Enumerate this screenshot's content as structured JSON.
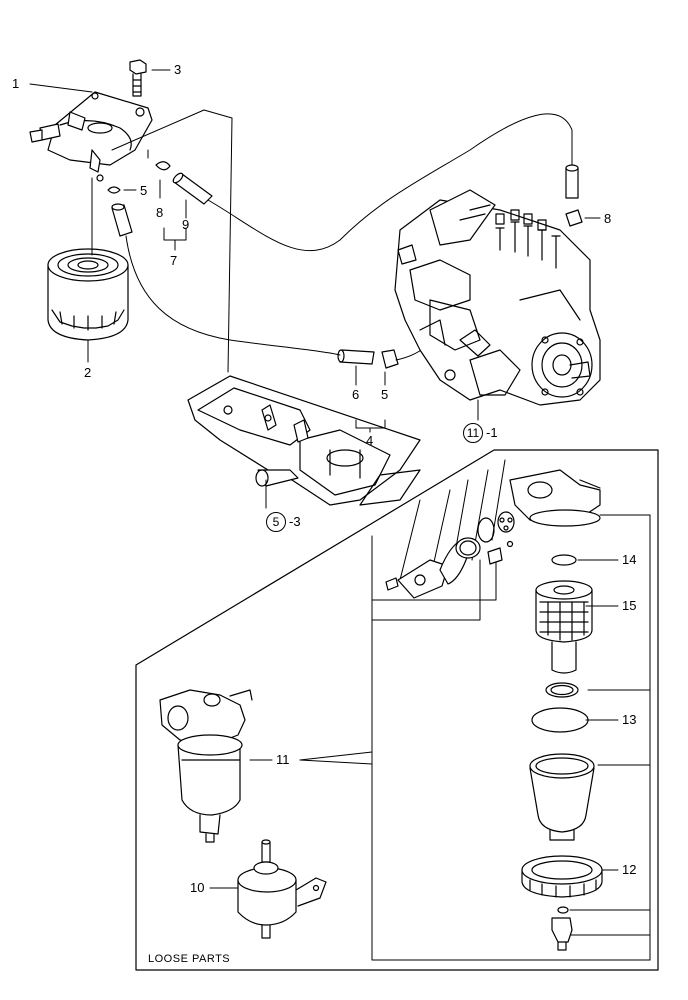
{
  "callouts": {
    "c1": "1",
    "c2": "2",
    "c3": "3",
    "c4": "4",
    "c5a": "5",
    "c5b": "5",
    "c6": "6",
    "c7": "7",
    "c8a": "8",
    "c8b": "8",
    "c9": "9",
    "c10": "10",
    "c11": "11",
    "c12": "12",
    "c13": "13",
    "c14": "14",
    "c15": "15"
  },
  "references": {
    "r11_num": "11",
    "r11_suffix": "-1",
    "r5_num": "5",
    "r5_suffix": "-3"
  },
  "box_label": "LOOSE PARTS"
}
